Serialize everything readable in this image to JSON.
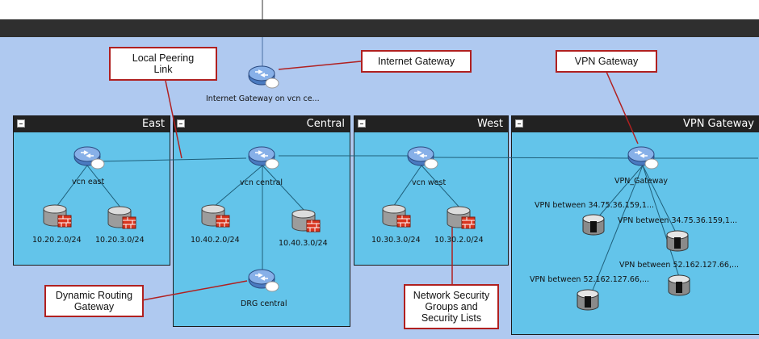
{
  "panels": {
    "east": {
      "title": "East"
    },
    "central": {
      "title": "Central"
    },
    "west": {
      "title": "West"
    },
    "vpn": {
      "title": "VPN Gateway"
    }
  },
  "nodes": {
    "internet_gateway": "Internet Gateway on vcn ce...",
    "vcn_east": "vcn east",
    "vcn_central": "vcn central",
    "vcn_west": "vcn west",
    "vpn_gateway": "VPN_Gateway",
    "drg_central": "DRG central",
    "subnets": {
      "east_1": "10.20.2.0/24",
      "east_2": "10.20.3.0/24",
      "central_1": "10.40.2.0/24",
      "central_2": "10.40.3.0/24",
      "west_1": "10.30.3.0/24",
      "west_2": "10.30.2.0/24"
    },
    "vpn_connections": [
      "VPN between 34.75.36.159,1...",
      "VPN between 34.75.36.159,1...",
      "VPN between 52.162.127.66,...",
      "VPN between 52.162.127.66,..."
    ]
  },
  "callouts": {
    "local_peering": "Local Peering Link",
    "internet_gateway": "Internet Gateway",
    "vpn_gateway": "VPN Gateway",
    "drg": "Dynamic Routing Gateway",
    "nsg": "Network Security Groups and Security Lists"
  },
  "colors": {
    "background": "#afc9f0",
    "panel_fill": "#63c4ea",
    "panel_header": "#222222",
    "callout_border": "#b02020",
    "link_line": "#1f5f7a"
  }
}
